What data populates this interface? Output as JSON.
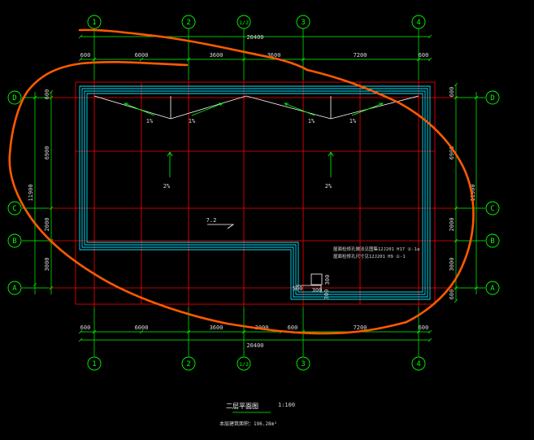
{
  "axes_columns": [
    "1",
    "2",
    "1/2",
    "3",
    "4"
  ],
  "axes_rows": [
    "D",
    "C",
    "B",
    "A"
  ],
  "top": {
    "overall": "20400",
    "segments": [
      "600",
      "6000",
      "3600",
      "3600",
      "7200",
      "600"
    ]
  },
  "bottom": {
    "overall": "20400",
    "segments": [
      "600",
      "6000",
      "3600",
      "3000",
      "600",
      "7200",
      "600"
    ]
  },
  "left": {
    "overall": "11900",
    "segments": [
      "600",
      "6900",
      "2000",
      "3000"
    ]
  },
  "right": {
    "overall": "11900",
    "segments": [
      "600",
      "6900",
      "2000",
      "3000",
      "600"
    ]
  },
  "slopes": {
    "s1": "1%",
    "s2": "1%",
    "s3": "1%",
    "s4": "1%",
    "s5": "2%",
    "s6": "2%"
  },
  "center_mark": "7.2",
  "opening_dims": {
    "d500": "500",
    "d300a": "300",
    "d300b": "300",
    "d300c": "300"
  },
  "notes": [
    "屋面检修孔做法见图集12J201 H17 ①-1a",
    "屋面检修孔尺寸见12J201 H9 ①-1"
  ],
  "title": "二层平面图",
  "scale": "1:100",
  "area_label": "本层建筑面积：196.28m²",
  "colors": {
    "grid": "#00ff00",
    "axis_lines": "#ff0000",
    "parapet": "#00e5ff",
    "annotation": "#ff5a00",
    "text": "#d9d9d9"
  }
}
